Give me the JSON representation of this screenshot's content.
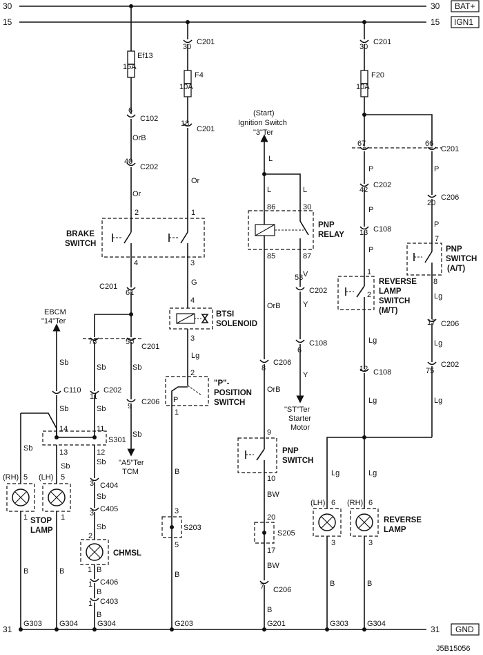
{
  "bus": {
    "bat_num": "30",
    "bat_label": "BAT+",
    "ign_num": "15",
    "ign_label": "IGN1",
    "gnd_num": "31",
    "gnd_label": "GND"
  },
  "conn": {
    "c201": "C201",
    "c102": "C102",
    "c202": "C202",
    "c108": "C108",
    "c206": "C206",
    "c110": "C110",
    "c404": "C404",
    "c405": "C405",
    "c406": "C406",
    "c403": "C403"
  },
  "pins": {
    "p1": "1",
    "p2": "2",
    "p3": "3",
    "p4": "4",
    "p5": "5",
    "p6": "6",
    "p7": "7",
    "p8": "8",
    "p9": "9",
    "p10": "10",
    "p11": "11",
    "p12": "12",
    "p13": "13",
    "p14": "14",
    "p17": "17",
    "p18": "18",
    "p20": "20",
    "p30": "30",
    "p40": "40",
    "p42": "42",
    "p50": "50",
    "p53": "53",
    "p61": "61",
    "p66": "66",
    "p67": "67",
    "p75": "75",
    "p76": "76",
    "p85": "85",
    "p86": "86",
    "p87": "87"
  },
  "fuses": {
    "ef13": "Ef13",
    "ef13_amp": "15A",
    "f4": "F4",
    "f4_amp": "10A",
    "f20": "F20",
    "f20_amp": "10A"
  },
  "wires": {
    "orb": "OrB",
    "or": "Or",
    "g": "G",
    "lg": "Lg",
    "sb": "Sb",
    "b": "B",
    "l": "L",
    "v": "V",
    "y": "Y",
    "bw": "BW",
    "p": "P"
  },
  "components": {
    "brake_switch": [
      "BRAKE",
      "SWITCH"
    ],
    "btsi_solenoid": [
      "BTSI",
      "SOLENOID"
    ],
    "p_position_switch": [
      "\"P\"-",
      "POSITION",
      "SWITCH"
    ],
    "pnp_relay": [
      "PNP",
      "RELAY"
    ],
    "pnp_switch": [
      "PNP",
      "SWITCH"
    ],
    "pnp_switch_at": [
      "PNP",
      "SWITCH",
      "(A/T)"
    ],
    "reverse_lamp_switch": [
      "REVERSE",
      "LAMP",
      "SWITCH",
      "(M/T)"
    ],
    "stop_lamp": [
      "STOP",
      "LAMP"
    ],
    "chmsl": "CHMSL",
    "reverse_lamp": [
      "REVERSE",
      "LAMP"
    ]
  },
  "splices": {
    "s301": "S301",
    "s203": "S203",
    "s205": "S205"
  },
  "grounds": {
    "g303": "G303",
    "g304": "G304",
    "g203": "G203",
    "g201": "G201"
  },
  "sides": {
    "rh": "(RH)",
    "lh": "(LH)"
  },
  "refs": {
    "ebcm": [
      "EBCM",
      "\"14\"Ter"
    ],
    "tcm": [
      "\"A5\"Ter",
      "TCM"
    ],
    "ignition": [
      "(Start)",
      "Ignition Switch",
      "\"3\"Ter"
    ],
    "starter": [
      "\"ST\"Ter",
      "Starter",
      "Motor"
    ]
  },
  "figure_id": "J5B15056"
}
